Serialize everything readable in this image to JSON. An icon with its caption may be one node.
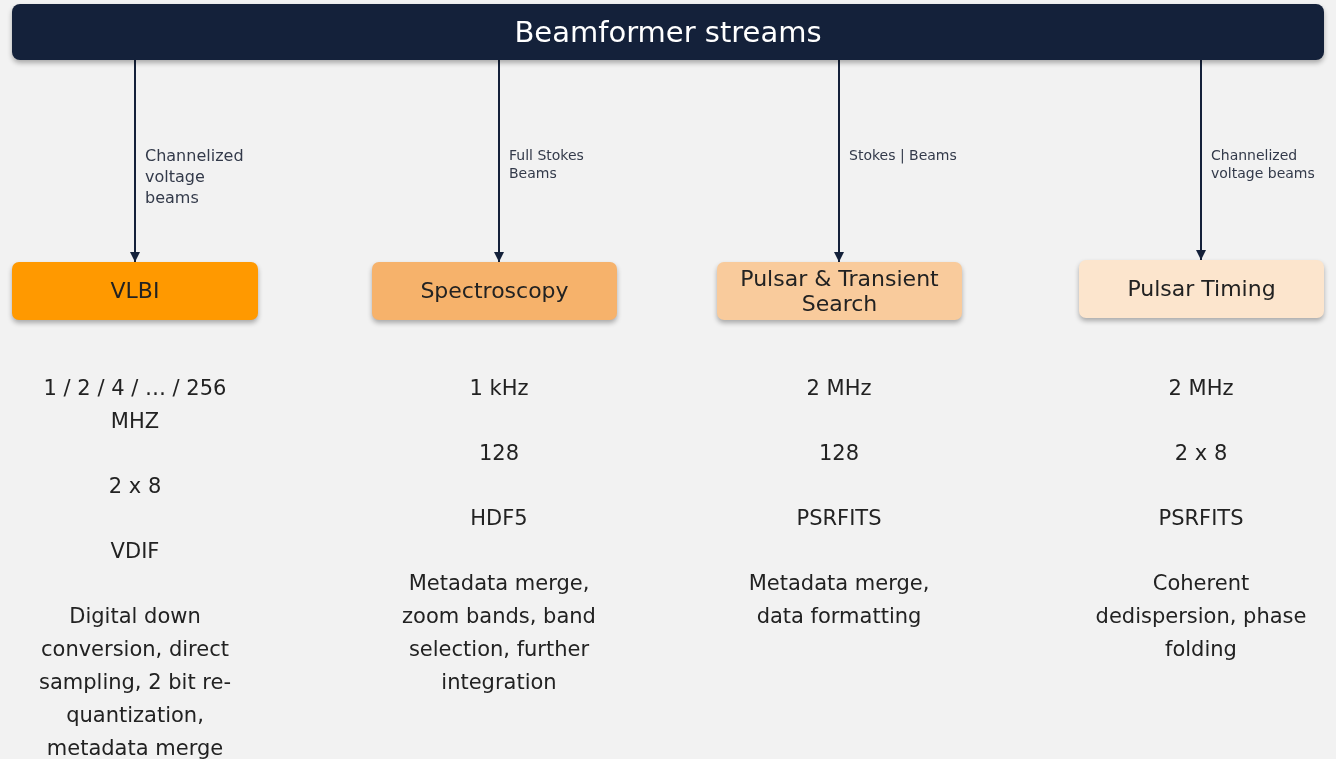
{
  "diagram": {
    "nodes": [
      {
        "text": [
          "Beamformer streams"
        ]
      },
      {
        "text": [
          "VLBI"
        ],
        "beside": [
          "1 / 2 / 4 / … / 256 MHZ",
          "2 x 8",
          "VDIF",
          "Digital down conversion, direct sampling, 2 bit re-quantization, metadata merge"
        ]
      },
      {
        "text": [
          "Spectroscopy"
        ],
        "beside": [
          "1 kHz",
          "128",
          "HDF5",
          "Metadata merge, zoom bands, band selection, further integration"
        ]
      },
      {
        "text": [
          "Pulsar & Transient Search"
        ],
        "beside": [
          "2 MHz",
          "128",
          "PSRFITS",
          "Metadata merge, data formatting"
        ]
      },
      {
        "text": [
          "Pulsar Timing"
        ],
        "beside": [
          "2 MHz",
          "2 x 8",
          "PSRFITS",
          "Coherent dedispersion, phase folding"
        ]
      }
    ],
    "edges": [
      {
        "from": 0,
        "to": 1,
        "arrow": "to",
        "label": "Channelized voltage beams"
      },
      {
        "from": 0,
        "to": 2,
        "arrow": "to",
        "label": "Full Stokes Beams"
      },
      {
        "from": 0,
        "to": 3,
        "arrow": "to",
        "label": "Stokes | Beams"
      },
      {
        "from": 0,
        "to": 4,
        "arrow": "to",
        "label": "Channelized voltage beams"
      }
    ]
  }
}
